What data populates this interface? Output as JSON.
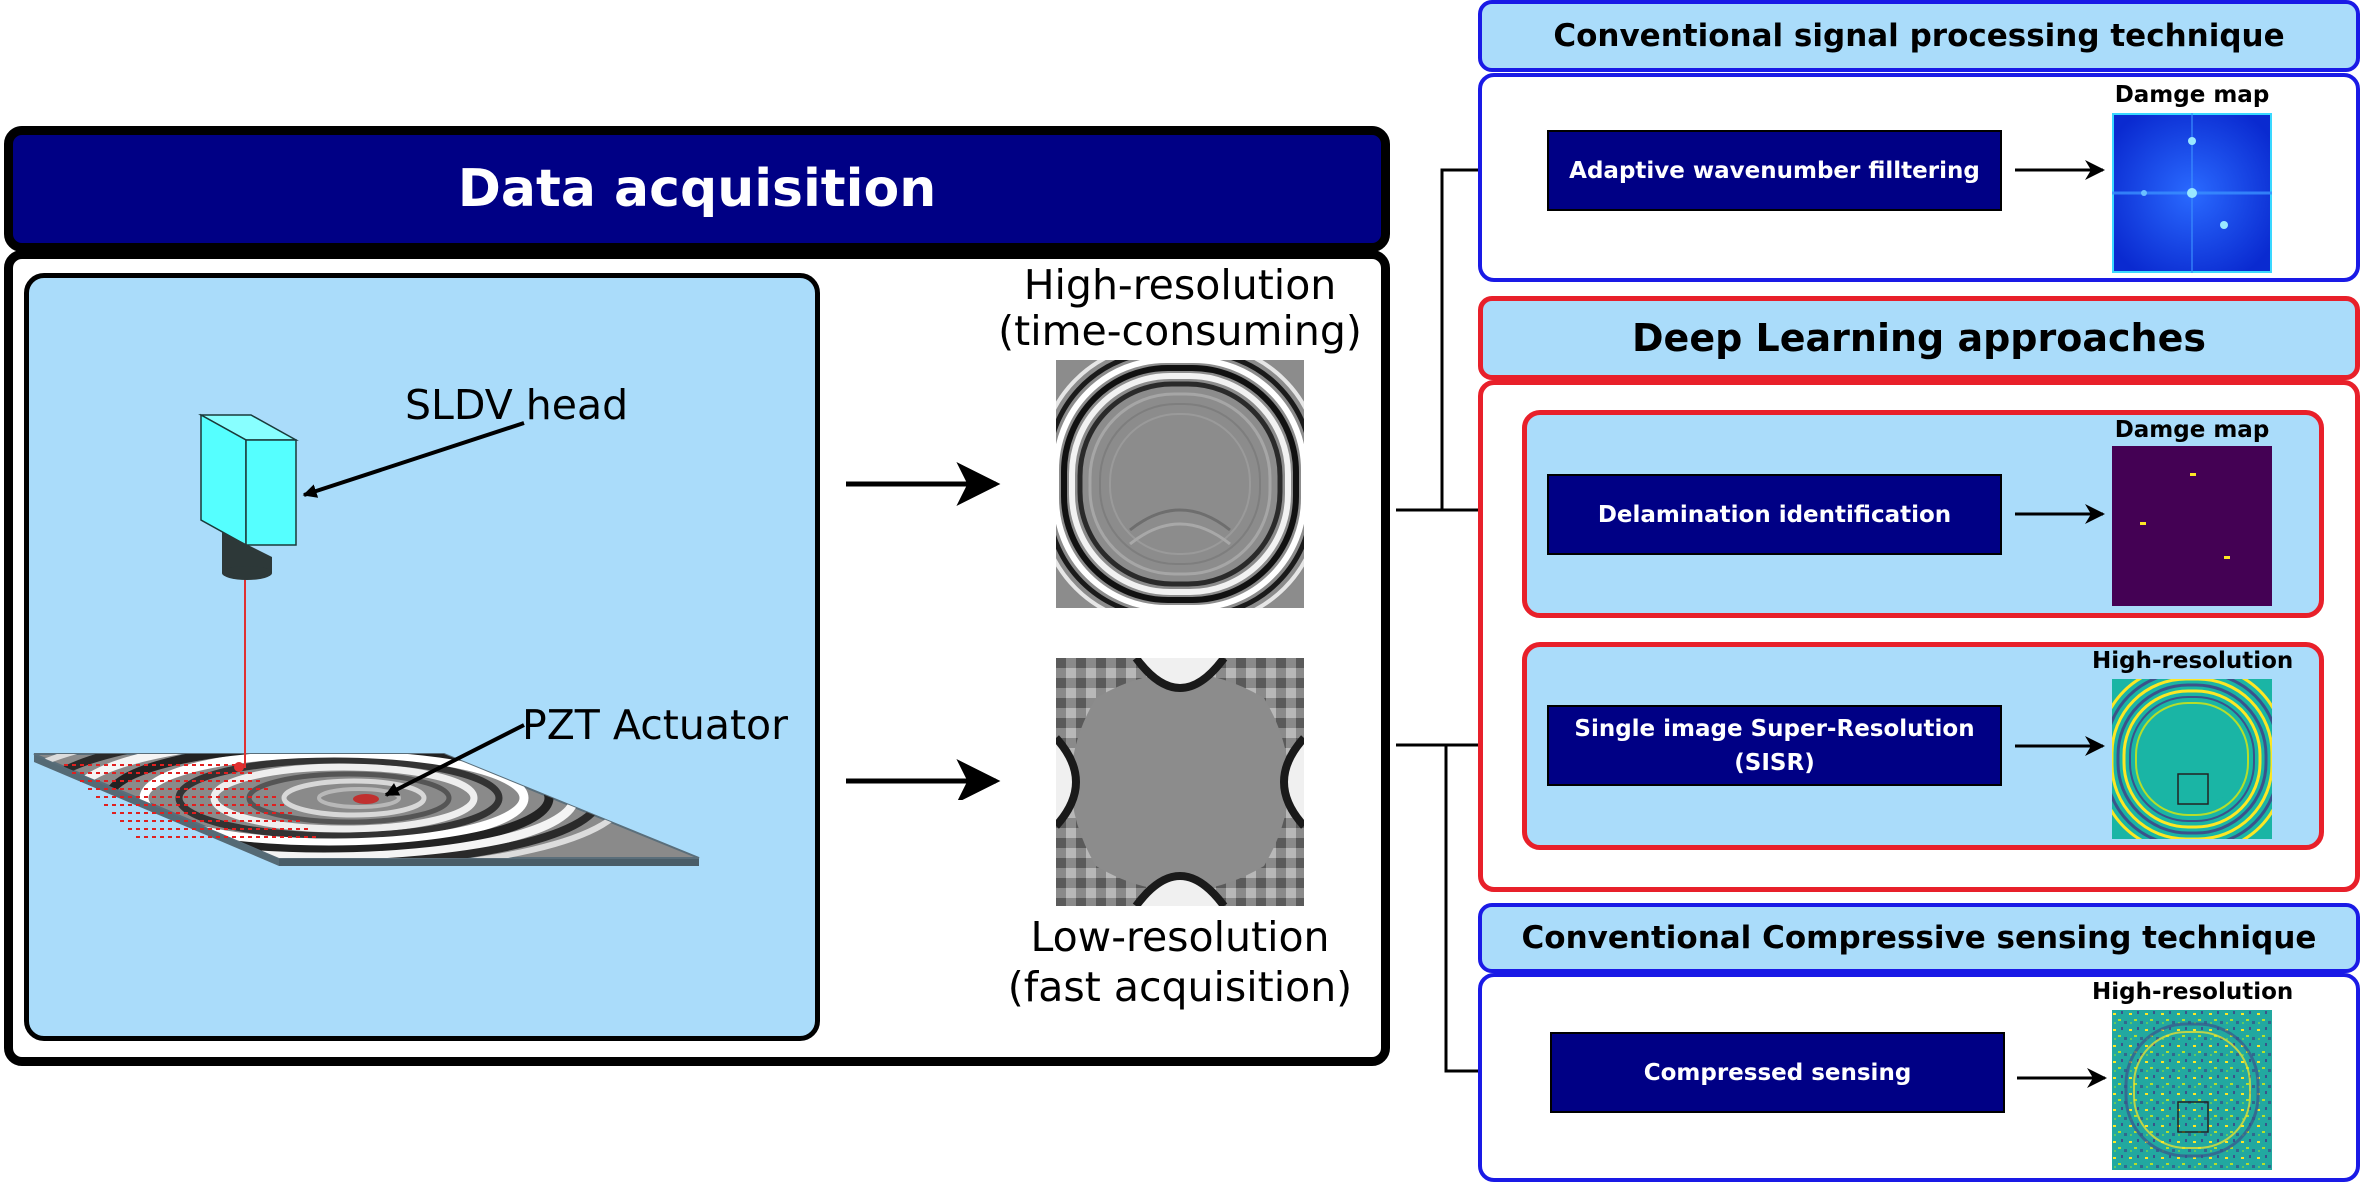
{
  "acquisition": {
    "title": "Data acquisition",
    "sldv_label": "SLDV head",
    "pzt_label": "PZT Actuator",
    "high_res_line1": "High-resolution",
    "high_res_line2": "(time-consuming)",
    "low_res_line1": "Low-resolution",
    "low_res_line2": "(fast acquisition)"
  },
  "conventional": {
    "header": "Conventional signal processing technique",
    "process": "Adaptive wavenumber fillteri​ng",
    "output_label": "Damge map"
  },
  "deep_learning": {
    "header": "Deep Learning approaches",
    "delam_process": "Delamination identification",
    "delam_output_label": "Damge map",
    "sisr_process_line1": "Single image Super-Resolution",
    "sisr_process_line2": "(SISR)",
    "sisr_output_label": "High-resolution"
  },
  "compressive": {
    "header": "Conventional Compressive sensing technique",
    "process": "Compressed sensing",
    "output_label": "High-resolution"
  },
  "colors": {
    "navy": "#000085",
    "light_blue": "#aadcfa",
    "red_frame": "#e8202a",
    "blue_frame": "#1a1ae6",
    "sldv_cyan": "#55ffff",
    "damage_map_bg": "#440154",
    "damage_spot": "#fde725"
  }
}
